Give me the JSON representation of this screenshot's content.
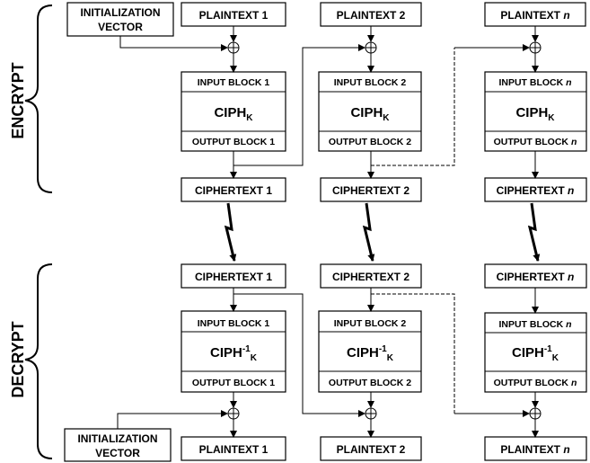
{
  "sections": {
    "encrypt_label": "ENCRYPT",
    "decrypt_label": "DECRYPT"
  },
  "iv": {
    "line1": "INITIALIZATION",
    "line2": "VECTOR"
  },
  "encrypt": {
    "columns": [
      {
        "plaintext": "PLAINTEXT 1",
        "input": "INPUT BLOCK 1",
        "ciph": "CIPH",
        "ciph_sub": "K",
        "output": "OUTPUT BLOCK 1",
        "ciphertext": "CIPHERTEXT 1"
      },
      {
        "plaintext": "PLAINTEXT 2",
        "input": "INPUT BLOCK 2",
        "ciph": "CIPH",
        "ciph_sub": "K",
        "output": "OUTPUT BLOCK 2",
        "ciphertext": "CIPHERTEXT 2"
      },
      {
        "plaintext": "PLAINTEXT",
        "plaintext_n": "n",
        "input": "INPUT BLOCK",
        "input_n": "n",
        "ciph": "CIPH",
        "ciph_sub": "K",
        "output": "OUTPUT BLOCK",
        "output_n": "n",
        "ciphertext": "CIPHERTEXT",
        "ciphertext_n": "n"
      }
    ]
  },
  "decrypt": {
    "columns": [
      {
        "ciphertext": "CIPHERTEXT 1",
        "input": "INPUT BLOCK 1",
        "ciph": "CIPH",
        "ciph_sup": "-1",
        "ciph_sub": "K",
        "output": "OUTPUT BLOCK 1",
        "plaintext": "PLAINTEXT 1"
      },
      {
        "ciphertext": "CIPHERTEXT 2",
        "input": "INPUT BLOCK 2",
        "ciph": "CIPH",
        "ciph_sup": "-1",
        "ciph_sub": "K",
        "output": "OUTPUT BLOCK 2",
        "plaintext": "PLAINTEXT 2"
      },
      {
        "ciphertext": "CIPHERTEXT",
        "ciphertext_n": "n",
        "input": "INPUT BLOCK",
        "input_n": "n",
        "ciph": "CIPH",
        "ciph_sup": "-1",
        "ciph_sub": "K",
        "output": "OUTPUT BLOCK",
        "output_n": "n",
        "plaintext": "PLAINTEXT",
        "plaintext_n": "n"
      }
    ]
  }
}
